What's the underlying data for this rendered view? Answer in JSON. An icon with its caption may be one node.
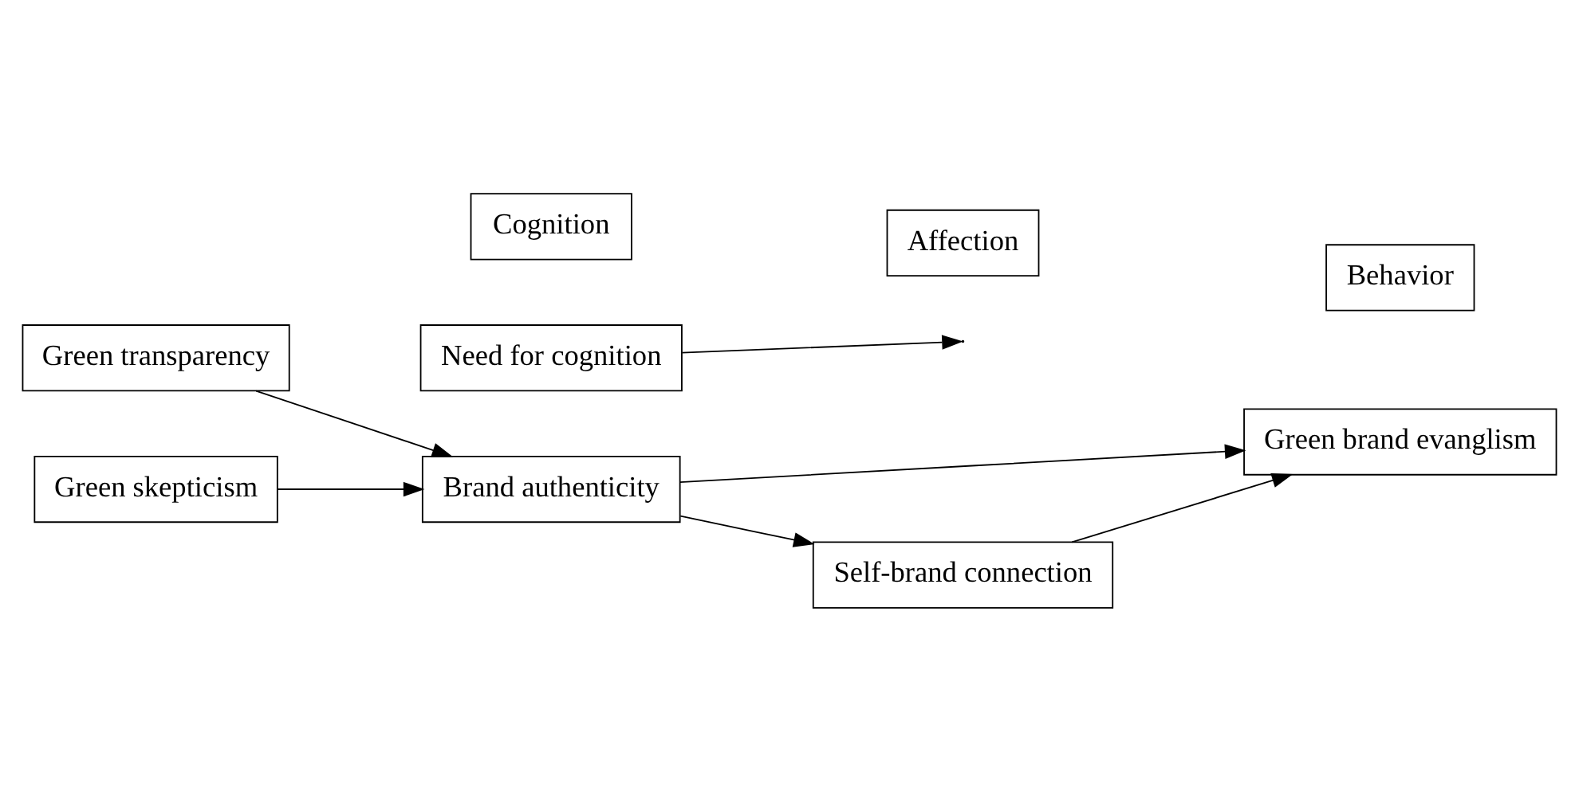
{
  "diagram": {
    "nodes": [
      {
        "text": [
          "Cognition"
        ]
      },
      {
        "text": [
          "Affection"
        ]
      },
      {
        "text": [
          "Behavior"
        ]
      },
      {
        "text": [
          "Green transparency"
        ]
      },
      {
        "text": [
          "Need for cognition"
        ]
      },
      {
        "text": [
          "Self-brand connection"
        ]
      },
      {
        "text": [
          "Brand authenticity"
        ]
      },
      {
        "text": [
          "Green brand evanglism"
        ]
      },
      {
        "text": [
          "Green skepticism"
        ]
      }
    ],
    "edges": [
      {
        "from": 3,
        "to": 6,
        "arrow": "to"
      },
      {
        "from": 4,
        "to": null,
        "arrow": "to"
      },
      {
        "from": 6,
        "to": 5,
        "arrow": "to"
      },
      {
        "from": 5,
        "to": 7,
        "arrow": "to"
      },
      {
        "from": 6,
        "to": 7,
        "arrow": "to"
      },
      {
        "from": 8,
        "to": 6,
        "arrow": "to"
      }
    ]
  }
}
